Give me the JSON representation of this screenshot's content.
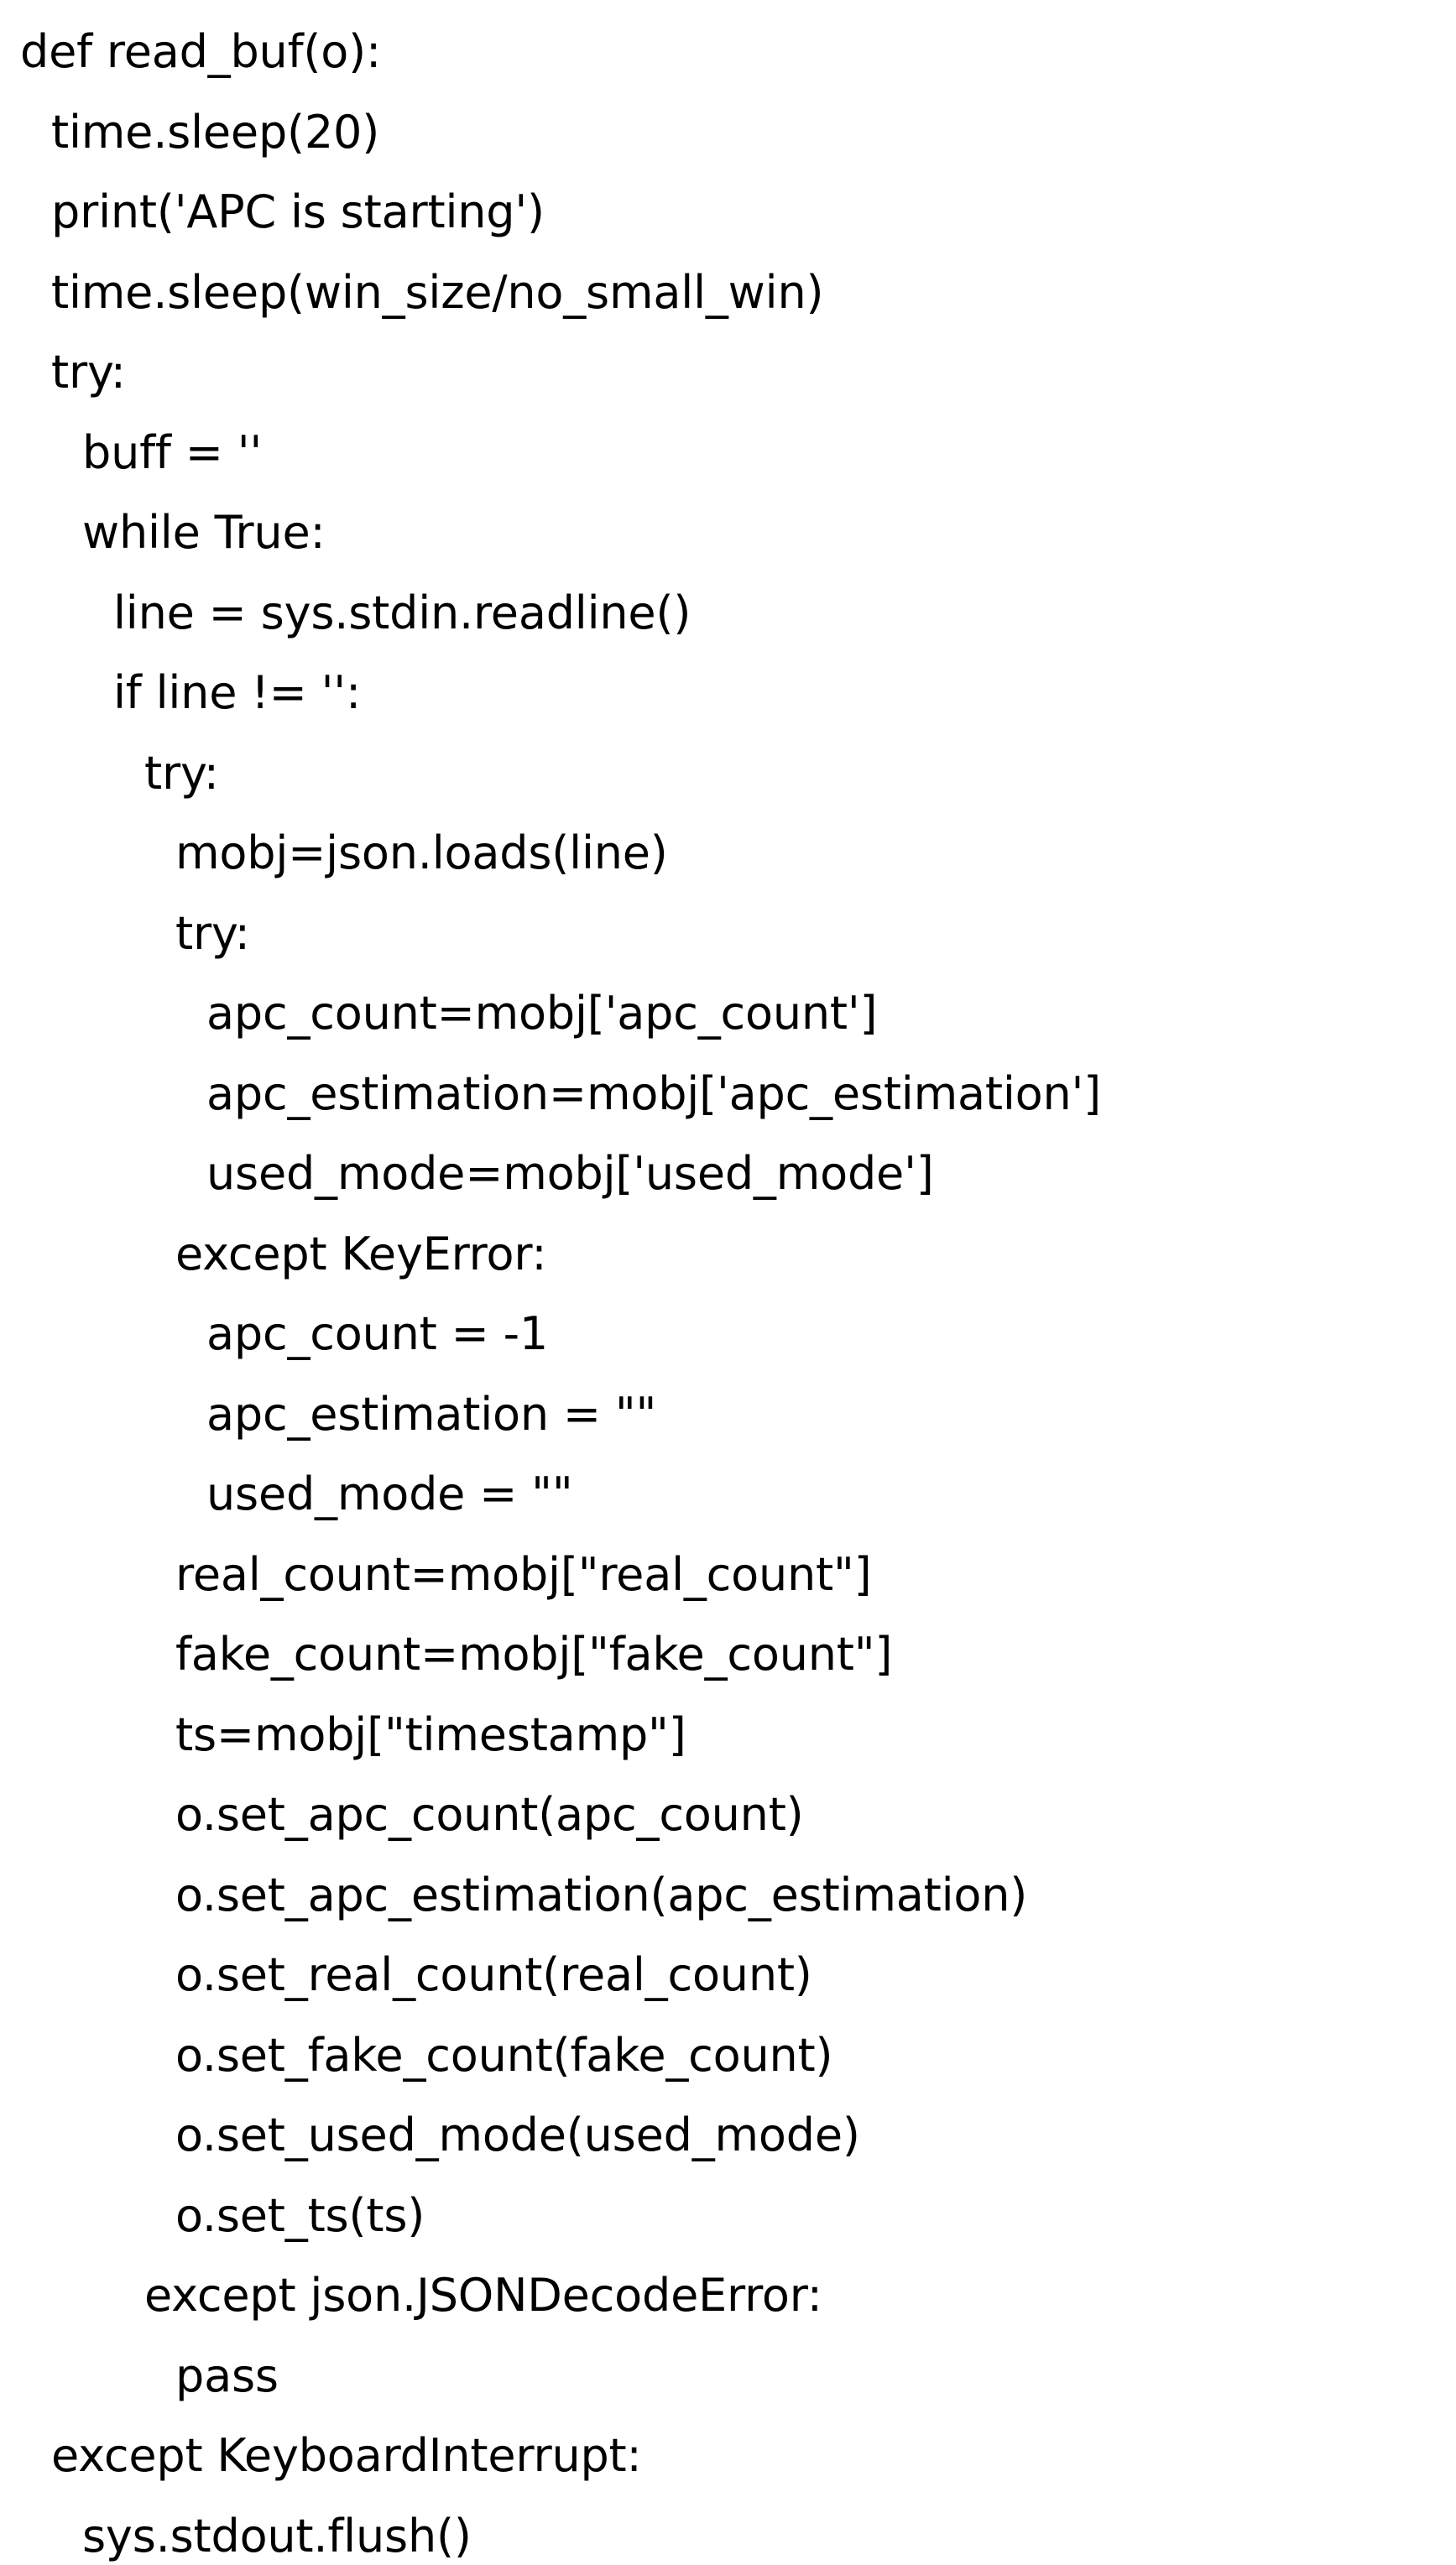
{
  "document": {
    "kind": "code-listing",
    "language": "python",
    "background_color": "#ffffff",
    "text_color": "#000000",
    "line_count": 32
  },
  "code": {
    "lines": [
      {
        "indent": 0,
        "text": "def read_buf(o):"
      },
      {
        "indent": 1,
        "text": "time.sleep(20)"
      },
      {
        "indent": 1,
        "text": "print('APC is starting')"
      },
      {
        "indent": 1,
        "text": "time.sleep(win_size/no_small_win)"
      },
      {
        "indent": 1,
        "text": "try:"
      },
      {
        "indent": 2,
        "text": "buff = ''"
      },
      {
        "indent": 2,
        "text": "while True:"
      },
      {
        "indent": 3,
        "text": "line = sys.stdin.readline()"
      },
      {
        "indent": 3,
        "text": "if line != '':"
      },
      {
        "indent": 4,
        "text": "try:"
      },
      {
        "indent": 5,
        "text": "mobj=json.loads(line)"
      },
      {
        "indent": 5,
        "text": "try:"
      },
      {
        "indent": 6,
        "text": "apc_count=mobj['apc_count']"
      },
      {
        "indent": 6,
        "text": "apc_estimation=mobj['apc_estimation']"
      },
      {
        "indent": 6,
        "text": "used_mode=mobj['used_mode']"
      },
      {
        "indent": 5,
        "text": "except KeyError:"
      },
      {
        "indent": 6,
        "text": "apc_count = -1"
      },
      {
        "indent": 6,
        "text": "apc_estimation = \"\""
      },
      {
        "indent": 6,
        "text": "used_mode = \"\""
      },
      {
        "indent": 5,
        "text": "real_count=mobj[\"real_count\"]"
      },
      {
        "indent": 5,
        "text": "fake_count=mobj[\"fake_count\"]"
      },
      {
        "indent": 5,
        "text": "ts=mobj[\"timestamp\"]"
      },
      {
        "indent": 5,
        "text": "o.set_apc_count(apc_count)"
      },
      {
        "indent": 5,
        "text": "o.set_apc_estimation(apc_estimation)"
      },
      {
        "indent": 5,
        "text": "o.set_real_count(real_count)"
      },
      {
        "indent": 5,
        "text": "o.set_fake_count(fake_count)"
      },
      {
        "indent": 5,
        "text": "o.set_used_mode(used_mode)"
      },
      {
        "indent": 5,
        "text": "o.set_ts(ts)"
      },
      {
        "indent": 4,
        "text": "except json.JSONDecodeError:"
      },
      {
        "indent": 5,
        "text": "pass"
      },
      {
        "indent": 1,
        "text": "except KeyboardInterrupt:"
      },
      {
        "indent": 2,
        "text": "sys.stdout.flush()"
      }
    ]
  }
}
